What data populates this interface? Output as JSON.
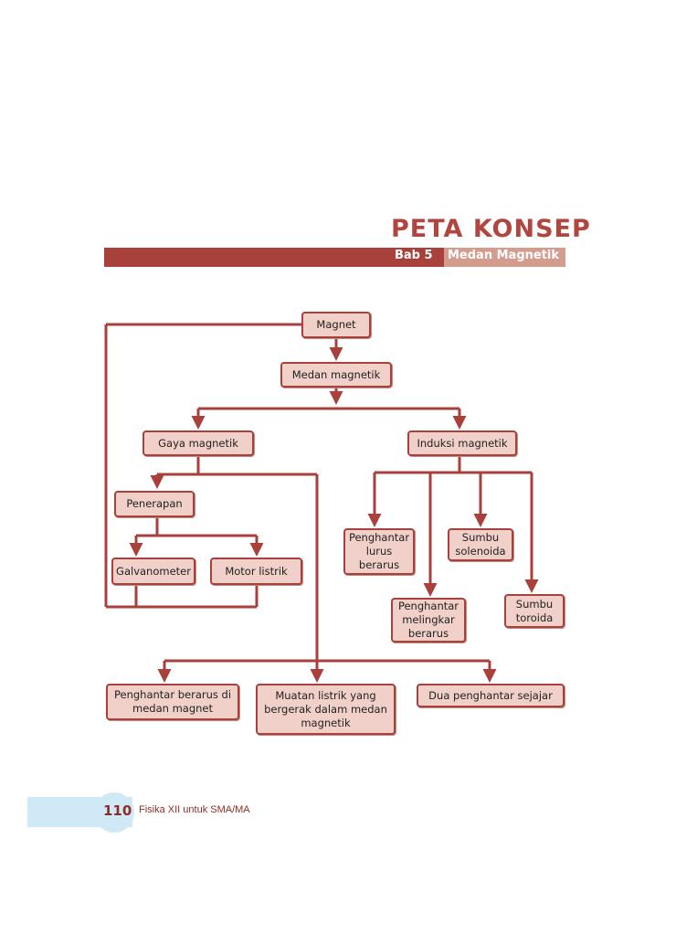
{
  "header": {
    "title": "PETA KONSEP",
    "chapter": "Bab 5",
    "chapter_title": "Medan Magnetik"
  },
  "nodes": {
    "magnet": "Magnet",
    "medan_magnetik": "Medan magnetik",
    "gaya_magnetik": "Gaya magnetik",
    "induksi_magnetik": "Induksi magnetik",
    "penerapan": "Penerapan",
    "galvanometer": "Galvanometer",
    "motor_listrik": "Motor listrik",
    "penghantar_lurus": "Penghantar\nlurus\nberarus",
    "sumbu_solenoida": "Sumbu\nsolenoida",
    "penghantar_melingkar": "Penghantar\nmelingkar\nberarus",
    "sumbu_toroida": "Sumbu\ntoroida",
    "penghantar_berarus_medan": "Penghantar berarus di\nmedan magnet",
    "muatan_listrik": "Muatan listrik yang\nbergerak dalam medan\nmagnetik",
    "dua_penghantar": "Dua penghantar sejajar"
  },
  "footer": {
    "page_number": "110",
    "book_title": "Fisika XII untuk SMA/MA"
  },
  "colors": {
    "accent": "#a8413b",
    "box_fill": "#f0d0c8",
    "footer_blue": "#cfe9f6"
  }
}
